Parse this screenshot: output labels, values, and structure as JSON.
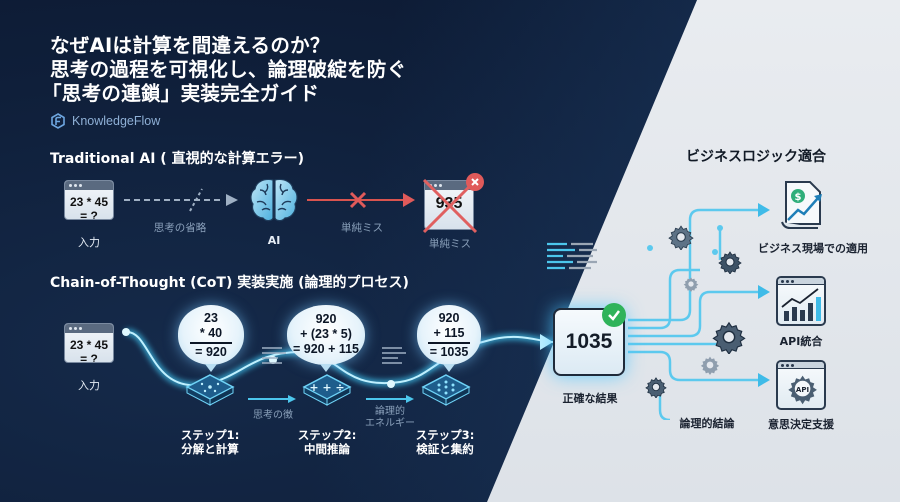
{
  "header": {
    "title_lines": [
      "なぜAIは計算を間違えるのか？",
      "思考の過程を可視化し、論理破綻を防ぐ",
      "「思考の連鎖」実装完全ガイド"
    ],
    "brand": "KnowledgeFlow"
  },
  "traditional": {
    "label": "Traditional AI ( 直視的な計算エラー)",
    "input": {
      "line1": "23 * 45",
      "line2": "= ?",
      "caption": "入力"
    },
    "arrow1_caption": "思考の省略",
    "ai_caption": "AI",
    "arrow2_caption": "単純ミス",
    "output": {
      "value": "935",
      "caption": "単純ミス"
    }
  },
  "cot": {
    "label": "Chain-of-Thought (CoT) 実装実施 (論理的プロセス)",
    "input": {
      "line1": "23 * 45",
      "line2": "= ?",
      "caption": "入力"
    },
    "bubbles": [
      {
        "line1": "23",
        "line2": "* 40",
        "line3": "= 920"
      },
      {
        "line1": "920",
        "line2": "+ (23 * 5)",
        "line3": "= 920 + 115"
      },
      {
        "line1": "920",
        "line2": "+ 115",
        "line3": "= 1035"
      }
    ],
    "steps": [
      {
        "title": "ステップ1:",
        "desc": "分解と計算"
      },
      {
        "title": "ステップ2:",
        "desc": "中間推論"
      },
      {
        "title": "ステップ3:",
        "desc": "検証と集約"
      }
    ],
    "connectors": [
      {
        "caption": "思考の徴"
      },
      {
        "caption_line1": "論理的",
        "caption_line2": "エネルギー"
      }
    ]
  },
  "result": {
    "value": "1035",
    "caption": "正確な結果",
    "status": "check"
  },
  "business": {
    "title": "ビジネスロジック適合",
    "conclusion_caption": "論理的結論",
    "outputs": [
      {
        "label": "ビジネス現場での適用",
        "icon": "finance-report-icon"
      },
      {
        "label": "API統合",
        "icon": "chart-window-icon"
      },
      {
        "label": "意思決定支援",
        "icon": "api-gear-window-icon"
      }
    ]
  },
  "colors": {
    "dark_bg": "#0f1f3a",
    "light_bg": "#e4e8ee",
    "accent_cyan": "#4cc6ec",
    "error_red": "#e05a5a",
    "success_green": "#2fb35a"
  }
}
